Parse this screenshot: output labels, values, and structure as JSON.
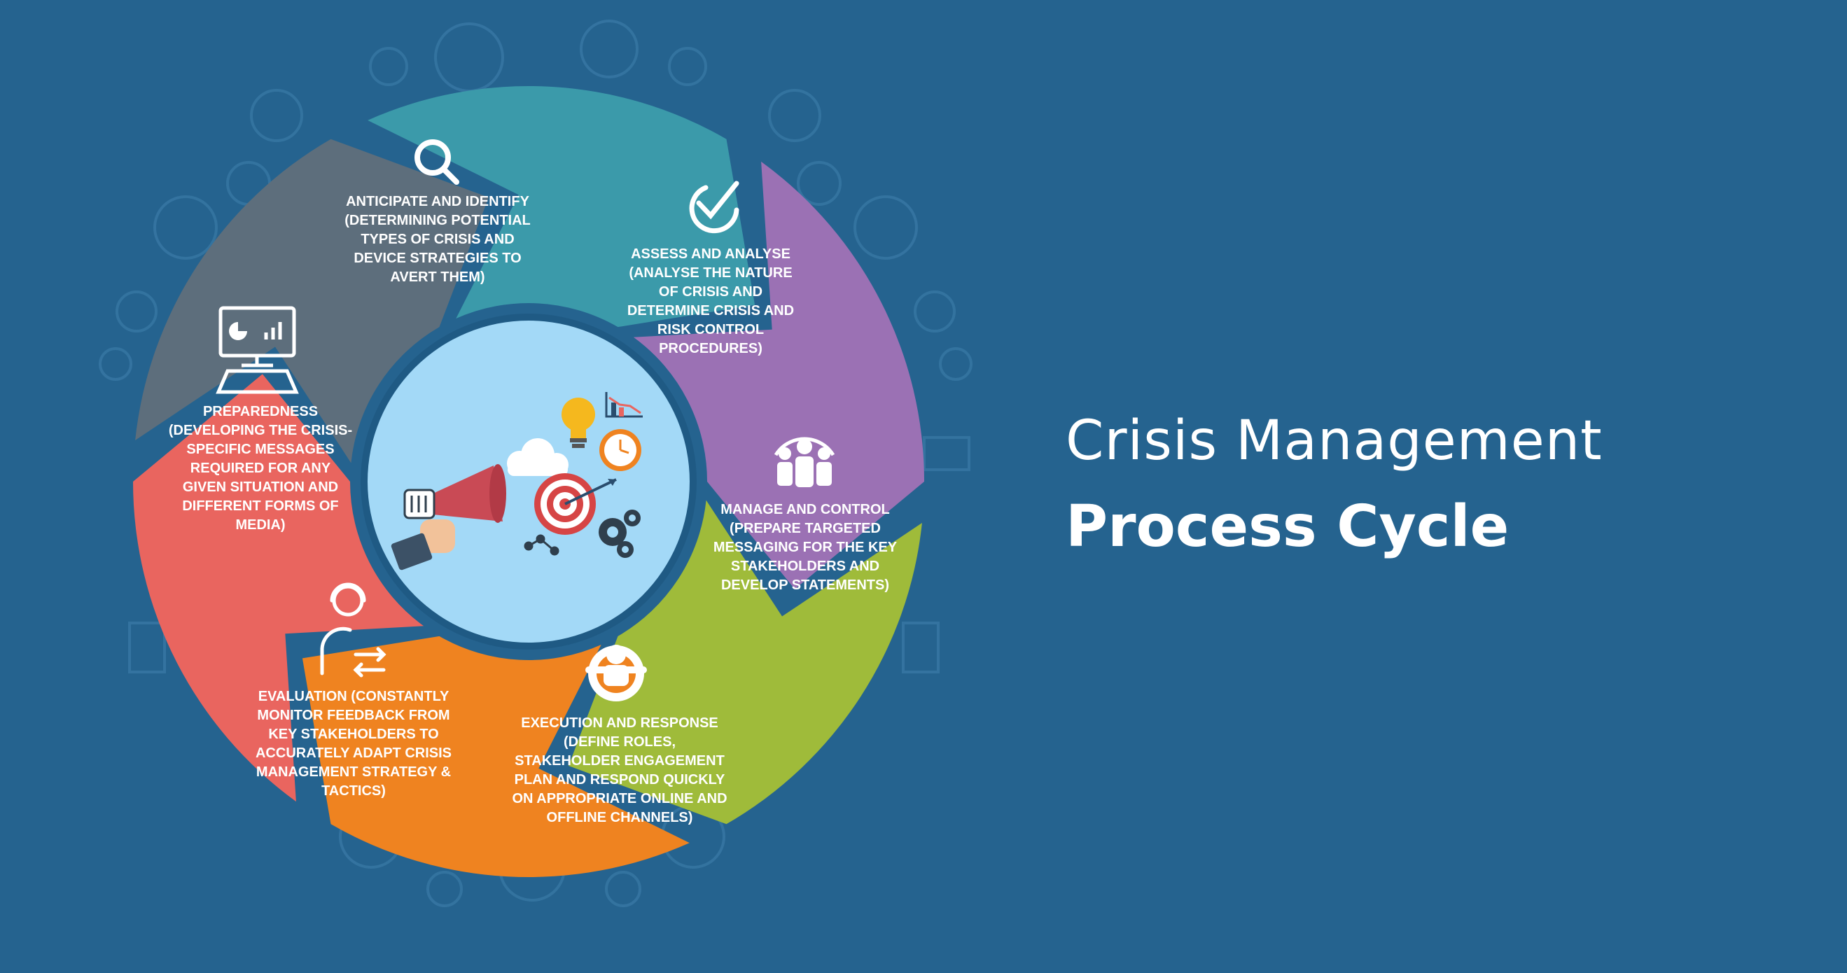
{
  "title": {
    "line1": "Crisis Management",
    "line2": "Process Cycle"
  },
  "colors": {
    "background": "#25638f",
    "center_fill": "#a3d9f7",
    "anticipate": "#3b9aaa",
    "assess": "#9b71b4",
    "manage": "#9fbb3a",
    "execution": "#ef8320",
    "evaluation": "#e9655f",
    "preparedness": "#5d6e7c"
  },
  "steps": [
    {
      "id": "anticipate",
      "icon": "magnifier-icon",
      "text": "ANTICIPATE AND IDENTIFY\n(DETERMINING POTENTIAL\nTYPES OF CRISIS AND\nDEVICE STRATEGIES TO\nAVERT THEM)"
    },
    {
      "id": "assess",
      "icon": "check-cycle-icon",
      "text": "ASSESS AND ANALYSE\n(ANALYSE THE NATURE\nOF CRISIS AND\nDETERMINE CRISIS AND\nRISK CONTROL\nPROCEDURES)"
    },
    {
      "id": "manage",
      "icon": "team-icon",
      "text": "MANAGE AND CONTROL\n(PREPARE TARGETED\nMESSAGING FOR THE KEY\nSTAKEHOLDERS AND\nDEVELOP STATEMENTS)"
    },
    {
      "id": "execution",
      "icon": "leader-gear-icon",
      "text": "EXECUTION AND RESPONSE\n(DEFINE ROLES,\nSTAKEHOLDER ENGAGEMENT\nPLAN AND RESPOND QUICKLY\nON APPROPRIATE ONLINE AND\nOFFLINE CHANNELS)"
    },
    {
      "id": "evaluation",
      "icon": "support-agent-icon",
      "text": "EVALUATION (CONSTANTLY\nMONITOR FEEDBACK FROM\nKEY STAKEHOLDERS TO\nACCURATELY ADAPT CRISIS\nMANAGEMENT STRATEGY &\nTACTICS)"
    },
    {
      "id": "preparedness",
      "icon": "computer-dashboard-icon",
      "text": "PREPAREDNESS\n(DEVELOPING THE CRISIS-\nSPECIFIC MESSAGES\nREQUIRED FOR ANY\nGIVEN SITUATION AND\nDIFFERENT FORMS OF\nMEDIA)"
    }
  ],
  "center": {
    "icons": [
      "megaphone-icon",
      "cloud-icon",
      "lightbulb-icon",
      "chart-icon",
      "clock-icon",
      "target-icon",
      "gears-icon",
      "network-icon"
    ]
  }
}
